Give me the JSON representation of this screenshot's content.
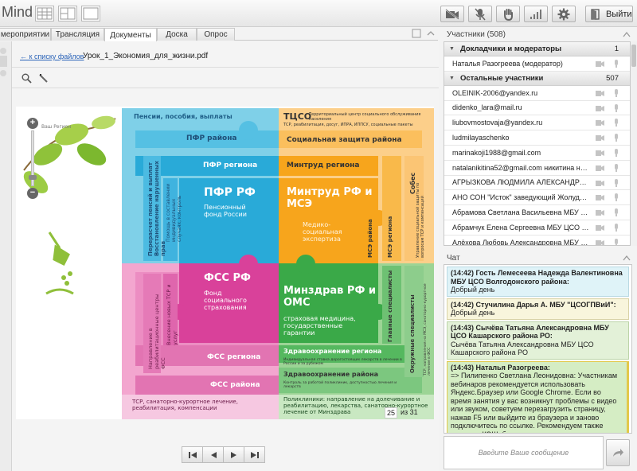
{
  "app": {
    "logo": "Mind"
  },
  "toolbar": {
    "exit_label": "Выйти",
    "icons": [
      "camera-off-icon",
      "mic-off-icon",
      "raise-hand-icon",
      "signal-icon",
      "gear-icon"
    ]
  },
  "tabs": [
    {
      "label": "мероприятии",
      "active": false
    },
    {
      "label": "Трансляция",
      "active": false
    },
    {
      "label": "Документы",
      "active": true
    },
    {
      "label": "Доска",
      "active": false
    },
    {
      "label": "Опрос",
      "active": false
    }
  ],
  "document": {
    "back_link": "← к списку файлов",
    "file_name": "Урок_1_Экономия_для_жизни.pdf",
    "current_page": "25",
    "total_pages": "из 31"
  },
  "slide": {
    "logo_text": "Ваш Регион",
    "left_top": "Пенсии, пособия, выплаты",
    "pfr_rayona": "ПФР района",
    "pfr_regiona": "ПФР региона",
    "pfr_rf": "ПФР РФ",
    "pfr_rf_sub": "Пенсионный фонд России",
    "vert_pension": "Перерасчет пенсий и выплат Восстановление нарушенных прав",
    "vert_help": "Помощь в составлении индивидуальных случаях, контроль",
    "tsso_title": "ТЦСО",
    "tsso_sub": "Территориальный центр социального обслуживания населения",
    "tsso_sub2": "ТСР, реабилитация, досуг, ИПРА, ИППСУ, социальные пакеты",
    "soc_zashita": "Социальная защита района",
    "mintrud_regiona": "Минтруд региона",
    "mintrud_rf": "Минтруд РФ и МСЭ",
    "mse_sub": "Медико-социальная экспертиза",
    "mse_rayona": "МСЭ района",
    "mse_regiona": "МСЭ региона",
    "sobes": "Собес",
    "sobes_sub": "Управление социальной защиты по вопросам ТСР и компенсаций",
    "fss_rf": "ФСС РФ",
    "fss_sub": "Фонд социального страхования",
    "fss_regiona": "ФСС региона",
    "fss_rayona": "ФСС района",
    "vert_fss": "Направление в реабилитационные центры ФСС",
    "vert_tsr": "Внесение новых ТСР и услуг",
    "bottom_left": "ТСР, санаторно-курортное лечение, реабилитация, компенсации",
    "minzdrav_rf": "Минздрав РФ и ОМС",
    "minzdrav_sub": "страховая медицина, государственные гарантии",
    "zdrav_regiona": "Здравоохранение региона",
    "zdrav_regiona_sub": "Индивидуальная ставка дорогостоящих лекарств в лечении в России и за рубежом",
    "zdrav_rayona": "Здравоохранение района",
    "zdrav_rayona_sub": "Контроль за работой поликлиник, доступностью лечения и лекарств",
    "poliklinika": "Поликлиники: направление на долечивание и реабилитацию, лекарства, санаторно-курортное лечение от Минздрава",
    "vert_glav": "Главные специалисты",
    "vert_okr": "Окружные специалисты",
    "vert_tsr2": "ТСР, направления на МСЭ, санаторно-курортное лечение в ФСС"
  },
  "participants": {
    "title": "Участники (508)",
    "groups": [
      {
        "name": "Докладчики и модераторы",
        "count": "1",
        "members": [
          "Наталья Разогреева (модератор)"
        ]
      },
      {
        "name": "Остальные участники",
        "count": "507",
        "members": [
          "OLEINIK-2006@yandex.ru",
          "didenko_lara@mail.ru",
          "liubovmostovaja@yandex.ru",
          "ludmilayaschenko",
          "marinakoji1988@gmail.com",
          "natalanikitina52@gmail.com никитина н н мбу...",
          "АГРЫЗКОВА ЛЮДМИЛА АЛЕКСАНДРОВНА...",
          "АНО СОН \"Исток\" заведующий Жолудева А.В.",
          "Абрамова Светлана Васильевна МБУ \"ЦСО,...",
          "Абрамчук Елена Сергеевна МБУ ЦСО Белоа...",
          "Алёхова Любовь Александровна МБУ \"Цент..."
        ]
      }
    ]
  },
  "chat": {
    "title": "Чат",
    "input_placeholder": "Введите Ваше сообщение",
    "messages": [
      {
        "header": "(14:42) Гость Лемесеева Надежда Валентиновна МБУ ЦСО Волгодонского района:",
        "text": "Добрый день",
        "bg": "#dff3f8",
        "border": "#b9d9e3"
      },
      {
        "header": "(14:42) Стучилина Дарья А. МБУ \"ЦСОГПВиИ\":",
        "text": "Добрый день",
        "bg": "#f8f5dc",
        "border": "#d8d2a6"
      },
      {
        "header": "(14:43) Сычёва Татьяна Александровна МБУ ЦСО Кашарского района РО:",
        "text": "Сычёва Татьяна Александровна МБУ ЦСО Кашарского района РО",
        "bg": "#e3f1d8",
        "border": "#bcd4a8"
      },
      {
        "header": "(14:43) Наталья Разогреева:",
        "text": "=> Пилипенко Светлана Леонидовна: Участникам вебинаров рекомендуется использовать Яндекс.Браузер или Google Chrome. Если во время занятия у вас возникнут проблемы с видео или звуком, советуем перезагрузить страницу, нажав F5 или выйдите из браузера и заново подключитесь по ссылке. Рекомендуем также очистить КЭШ, быстро это сделать можно одновременно нажав клавиши на клавиатуре - Ctrl+Shift+Del",
        "bg": "#d5edc4",
        "border": "#e2c84a"
      }
    ]
  },
  "colors": {
    "teal_light": "#7fd0e8",
    "teal": "#29aad8",
    "orange_light": "#fccf8a",
    "orange": "#f7a51c",
    "pink_light": "#f3a6cf",
    "pink": "#d9419a",
    "green_light": "#9cd495",
    "green": "#3aa948",
    "link": "#2a63b8"
  }
}
